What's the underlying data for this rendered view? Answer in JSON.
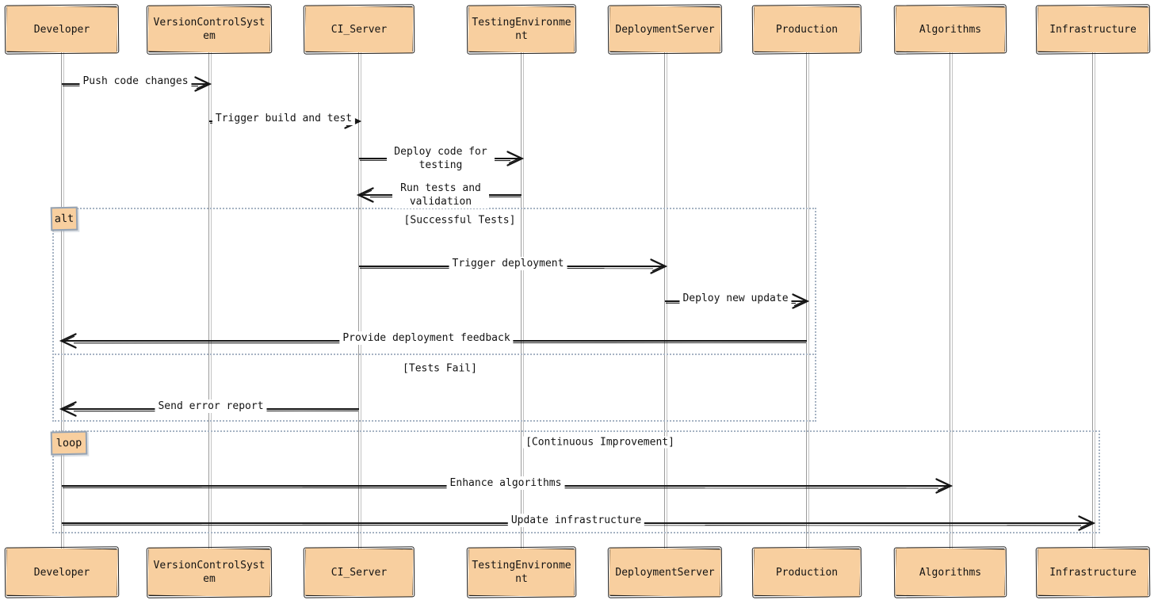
{
  "diagram": {
    "type": "sequence",
    "actors": [
      {
        "name": "Developer"
      },
      {
        "name": "VersionControlSystem"
      },
      {
        "name": "CI_Server"
      },
      {
        "name": "TestingEnvironment"
      },
      {
        "name": "DeploymentServer"
      },
      {
        "name": "Production"
      },
      {
        "name": "Algorithms"
      },
      {
        "name": "Infrastructure"
      }
    ],
    "messages": [
      {
        "from": "Developer",
        "to": "VersionControlSystem",
        "label": "Push code changes"
      },
      {
        "from": "VersionControlSystem",
        "to": "CI_Server",
        "label": "Trigger build and test"
      },
      {
        "from": "CI_Server",
        "to": "TestingEnvironment",
        "label": "Deploy code for testing"
      },
      {
        "from": "TestingEnvironment",
        "to": "CI_Server",
        "label": "Run tests and validation"
      },
      {
        "from": "CI_Server",
        "to": "DeploymentServer",
        "label": "Trigger deployment"
      },
      {
        "from": "DeploymentServer",
        "to": "Production",
        "label": "Deploy new update"
      },
      {
        "from": "Production",
        "to": "Developer",
        "label": "Provide deployment feedback"
      },
      {
        "from": "CI_Server",
        "to": "Developer",
        "label": "Send error report"
      },
      {
        "from": "Developer",
        "to": "Algorithms",
        "label": "Enhance algorithms"
      },
      {
        "from": "Developer",
        "to": "Infrastructure",
        "label": "Update infrastructure"
      }
    ],
    "frames": {
      "alt": {
        "label": "alt",
        "success_section": "[Successful Tests]",
        "fail_section": "[Tests Fail]"
      },
      "loop": {
        "label": "loop",
        "section": "[Continuous Improvement]"
      }
    },
    "colors": {
      "actor_fill": "#f8cf9f",
      "actor_border": "#1a1a1a",
      "frame_border": "#a6b3c3",
      "frame_label_border": "#94a3b5",
      "lifeline": "#9b9b9b",
      "arrow": "#161616",
      "text": "#131313",
      "background": "#ffffff"
    }
  }
}
